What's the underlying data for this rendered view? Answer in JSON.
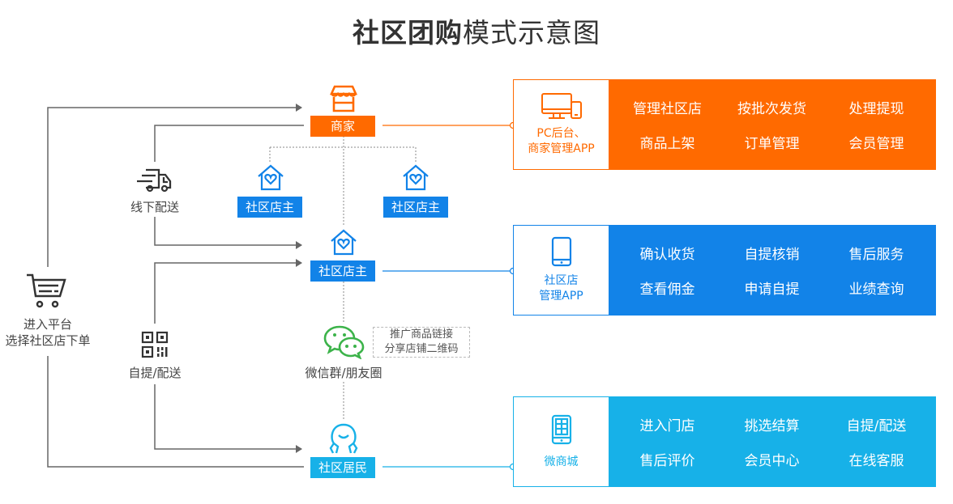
{
  "title": {
    "bold": "社区团购",
    "normal": "模式示意图"
  },
  "colors": {
    "orange": "#ff6a00",
    "blue": "#1283e8",
    "cyan": "#17b1e8",
    "line": "#666666",
    "green": "#3cb34a"
  },
  "left": {
    "customer_label_1": "进入平台",
    "customer_label_2": "选择社区店下单",
    "customer_icon": "shopping-cart-icon",
    "delivery_label": "线下配送",
    "delivery_icon": "delivery-truck-icon",
    "pickup_label": "自提/配送",
    "pickup_icon": "qr-code-icon"
  },
  "center": {
    "merchant": {
      "label": "商家",
      "icon": "storefront-icon"
    },
    "owner_left": {
      "label": "社区店主",
      "icon": "house-heart-icon"
    },
    "owner_right": {
      "label": "社区店主",
      "icon": "house-heart-icon"
    },
    "owner_main": {
      "label": "社区店主",
      "icon": "house-heart-icon"
    },
    "wechat": {
      "label": "微信群/朋友圈",
      "icon": "wechat-icon"
    },
    "note_line1": "推广商品链接",
    "note_line2": "分享店铺二维码",
    "resident": {
      "label": "社区居民",
      "icon": "resident-smile-icon"
    }
  },
  "panels": [
    {
      "name": "merchant-panel",
      "side_line1": "PC后台、",
      "side_line2": "商家管理APP",
      "icon": "pc-and-phone-icon",
      "items": [
        "管理社区店",
        "按批次发货",
        "处理提现",
        "商品上架",
        "订单管理",
        "会员管理"
      ]
    },
    {
      "name": "owner-panel",
      "side_line1": "社区店",
      "side_line2": "管理APP",
      "icon": "smartphone-icon",
      "items": [
        "确认收货",
        "自提核销",
        "售后服务",
        "查看佣金",
        "申请自提",
        "业绩查询"
      ]
    },
    {
      "name": "mall-panel",
      "side_line1": "微商城",
      "side_line2": "",
      "icon": "mini-app-phone-icon",
      "items": [
        "进入门店",
        "挑选结算",
        "自提/配送",
        "售后评价",
        "会员中心",
        "在线客服"
      ]
    }
  ]
}
